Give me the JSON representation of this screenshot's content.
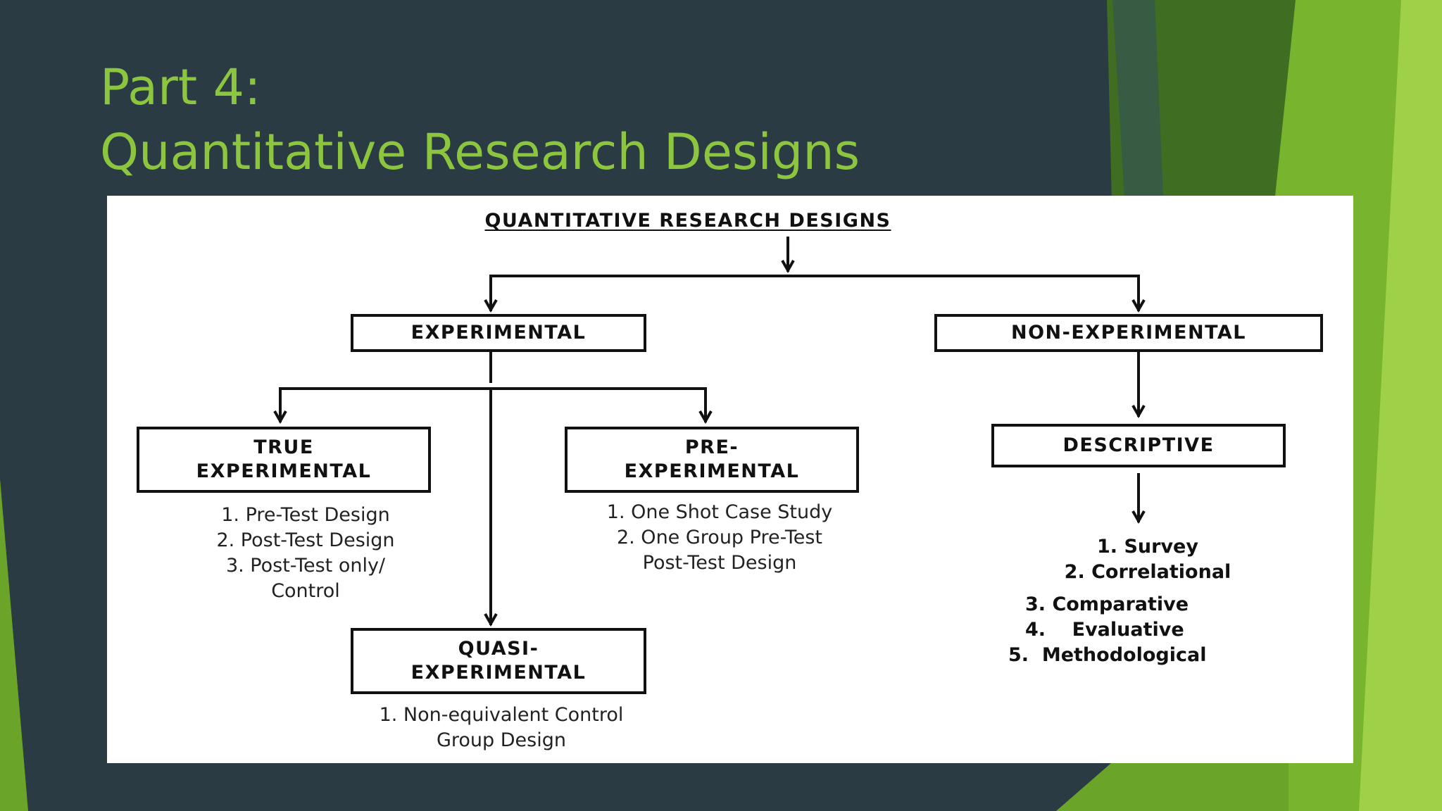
{
  "title": {
    "line1": "Part 4:",
    "line2": "Quantitative Research Designs"
  },
  "theme": {
    "background": "#2b3b44",
    "accent": "#8cc63f",
    "panel": "#ffffff"
  },
  "diagram": {
    "title": "QUANTITATIVE RESEARCH DESIGNS",
    "experimental": {
      "label": "EXPERIMENTAL",
      "true_experimental": {
        "label": "TRUE\nEXPERIMENTAL",
        "items": [
          "1. Pre-Test Design",
          "2. Post-Test Design",
          "3. Post-Test only/",
          "Control"
        ]
      },
      "pre_experimental": {
        "label": "PRE-\nEXPERIMENTAL",
        "items": [
          "1. One Shot Case Study",
          "2. One Group Pre-Test",
          "Post-Test Design"
        ]
      },
      "quasi_experimental": {
        "label": "QUASI-\nEXPERIMENTAL",
        "items": [
          "1. Non-equivalent Control",
          "Group Design"
        ]
      }
    },
    "non_experimental": {
      "label": "NON-EXPERIMENTAL",
      "descriptive": {
        "label": "DESCRIPTIVE",
        "items": [
          "1. Survey",
          "2. Correlational",
          "3. Comparative",
          "4.    Evaluative",
          "5.  Methodological"
        ]
      }
    }
  }
}
